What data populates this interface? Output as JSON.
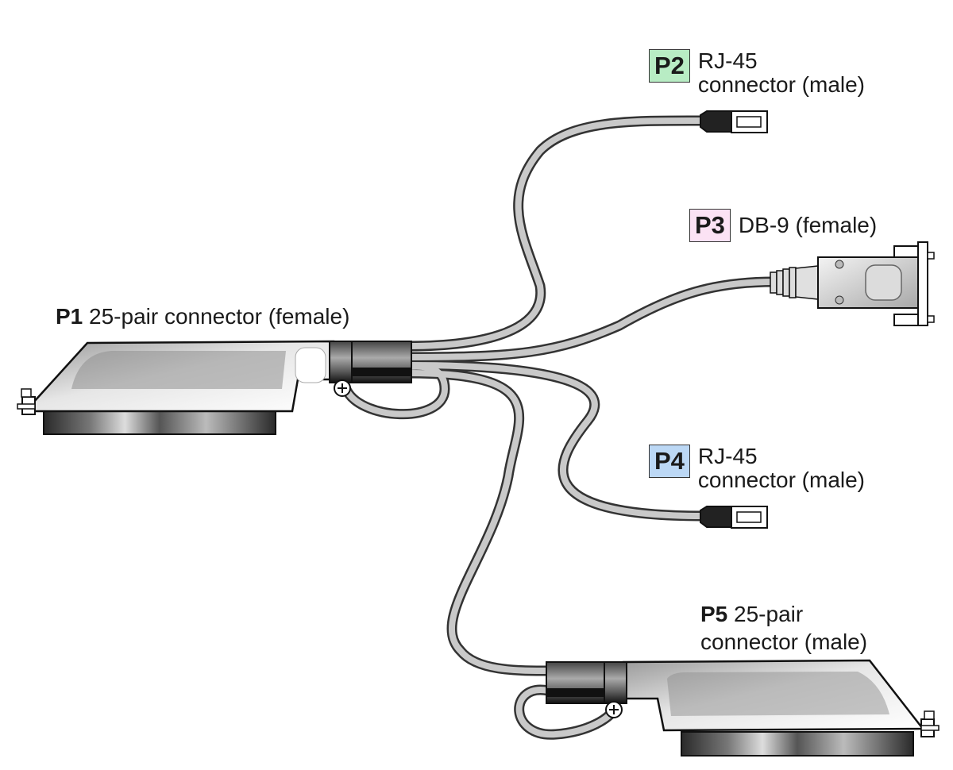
{
  "connectors": {
    "p1": {
      "id": "P1",
      "desc": "25-pair connector (female)"
    },
    "p2": {
      "id": "P2",
      "line1": "RJ-45",
      "line2": "connector (male)",
      "color": "#b8ecc4"
    },
    "p3": {
      "id": "P3",
      "desc": "DB-9 (female)",
      "color": "#fbe2f4"
    },
    "p4": {
      "id": "P4",
      "line1": "RJ-45",
      "line2": "connector (male)",
      "color": "#bcd8f5"
    },
    "p5": {
      "id": "P5",
      "line1": "25-pair",
      "line2": "connector (male)"
    }
  }
}
